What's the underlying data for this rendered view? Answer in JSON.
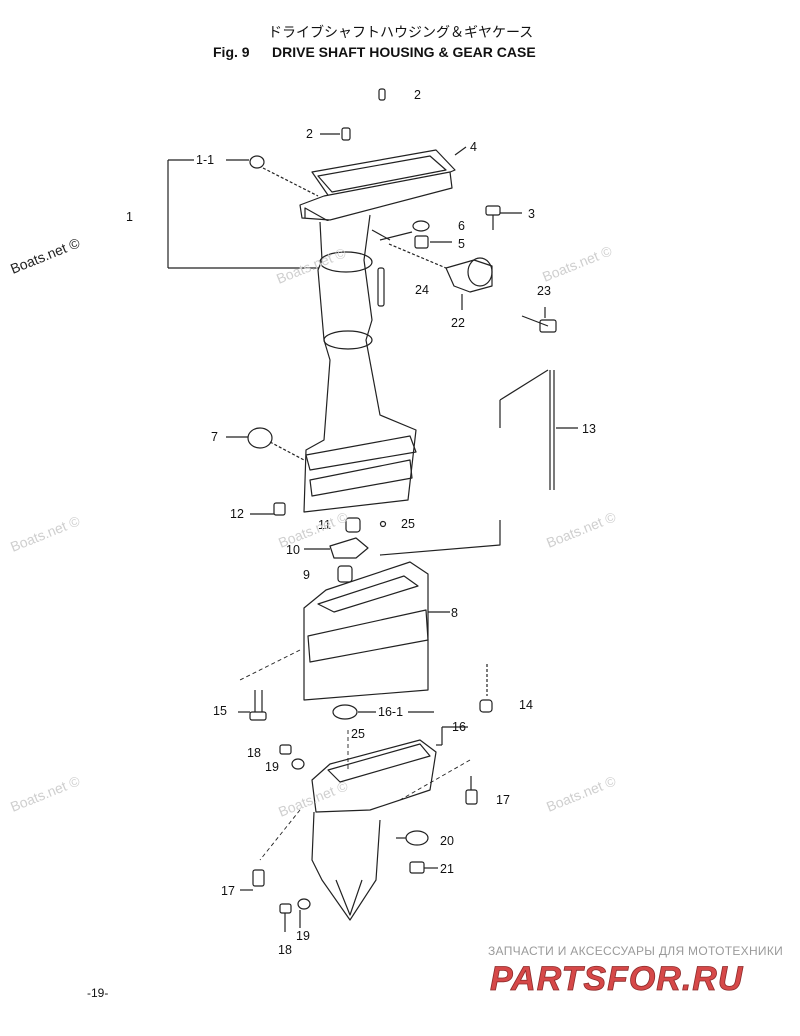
{
  "header": {
    "jp_title": "ドライブシャフトハウジング＆ギヤケース",
    "fig_label": "Fig. 9",
    "fig_title": "DRIVE SHAFT HOUSING & GEAR CASE"
  },
  "callouts": [
    "2",
    "2",
    "1-1",
    "1",
    "4",
    "3",
    "6",
    "5",
    "24",
    "23",
    "22",
    "13",
    "7",
    "12",
    "11",
    "25",
    "10",
    "9",
    "8",
    "15",
    "16-1",
    "16",
    "14",
    "25",
    "18",
    "19",
    "17",
    "20",
    "21",
    "17",
    "18",
    "19"
  ],
  "watermark": "Boats.net ©",
  "page_number": "-19-",
  "brand": {
    "subtitle": "ЗАПЧАСТИ И АКСЕССУАРЫ ДЛЯ МОТОТЕХНИКИ",
    "logo_text": "PARTSFOR.RU",
    "logo_color": "#d64848"
  }
}
